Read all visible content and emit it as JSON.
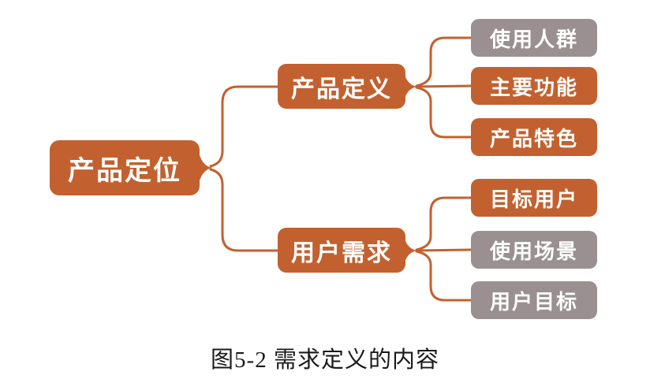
{
  "figure": {
    "caption": "图5-2 需求定义的内容"
  },
  "colors": {
    "orange": "#C2612F",
    "gray": "#9B9091",
    "node_text": "#FFFFFF",
    "caption_text": "#1A1A1A"
  },
  "mindmap": {
    "root": {
      "label": "产品定位",
      "color": "#C2612F"
    },
    "branches": [
      {
        "label": "产品定义",
        "color": "#C2612F",
        "children": [
          {
            "label": "使用人群",
            "color": "#9B9091"
          },
          {
            "label": "主要功能",
            "color": "#C2612F"
          },
          {
            "label": "产品特色",
            "color": "#C2612F"
          }
        ]
      },
      {
        "label": "用户需求",
        "color": "#C2612F",
        "children": [
          {
            "label": "目标用户",
            "color": "#C2612F"
          },
          {
            "label": "使用场景",
            "color": "#9B9091"
          },
          {
            "label": "用户目标",
            "color": "#9B9091"
          }
        ]
      }
    ]
  }
}
